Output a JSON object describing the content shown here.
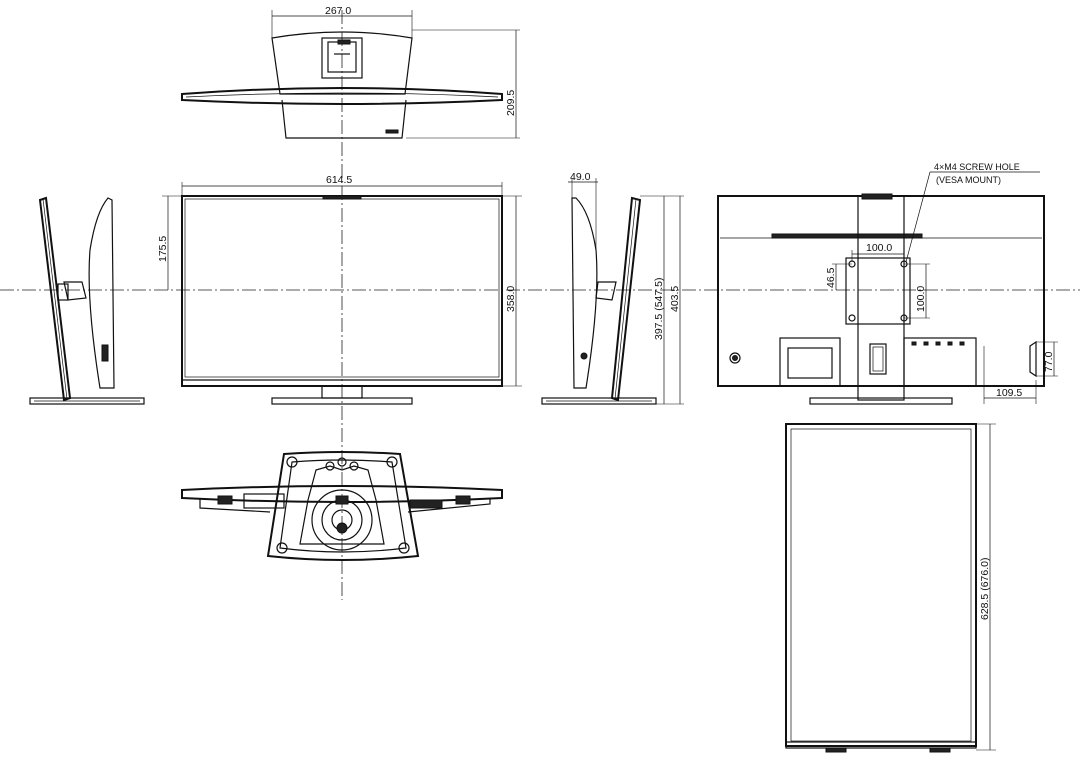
{
  "dimensions": {
    "top_width": "267.0",
    "top_depth": "209.5",
    "front_width": "614.5",
    "front_center_height": "175.5",
    "front_panel_height": "358.0",
    "side_depth": "49.0",
    "side_height_min_max": "397.5 (547.5)",
    "side_total_height": "403.5",
    "vesa_horizontal": "100.0",
    "vesa_vertical": "100.0",
    "vesa_offset": "46.5",
    "rear_port_depth": "109.5",
    "rear_port_height": "77.0",
    "pivot_height": "628.5 (676.0)"
  },
  "annotations": {
    "screw_hole_line1": "4×M4 SCREW HOLE",
    "screw_hole_line2": "(VESA MOUNT)"
  },
  "colors": {
    "line": "#111111",
    "background": "#ffffff"
  }
}
